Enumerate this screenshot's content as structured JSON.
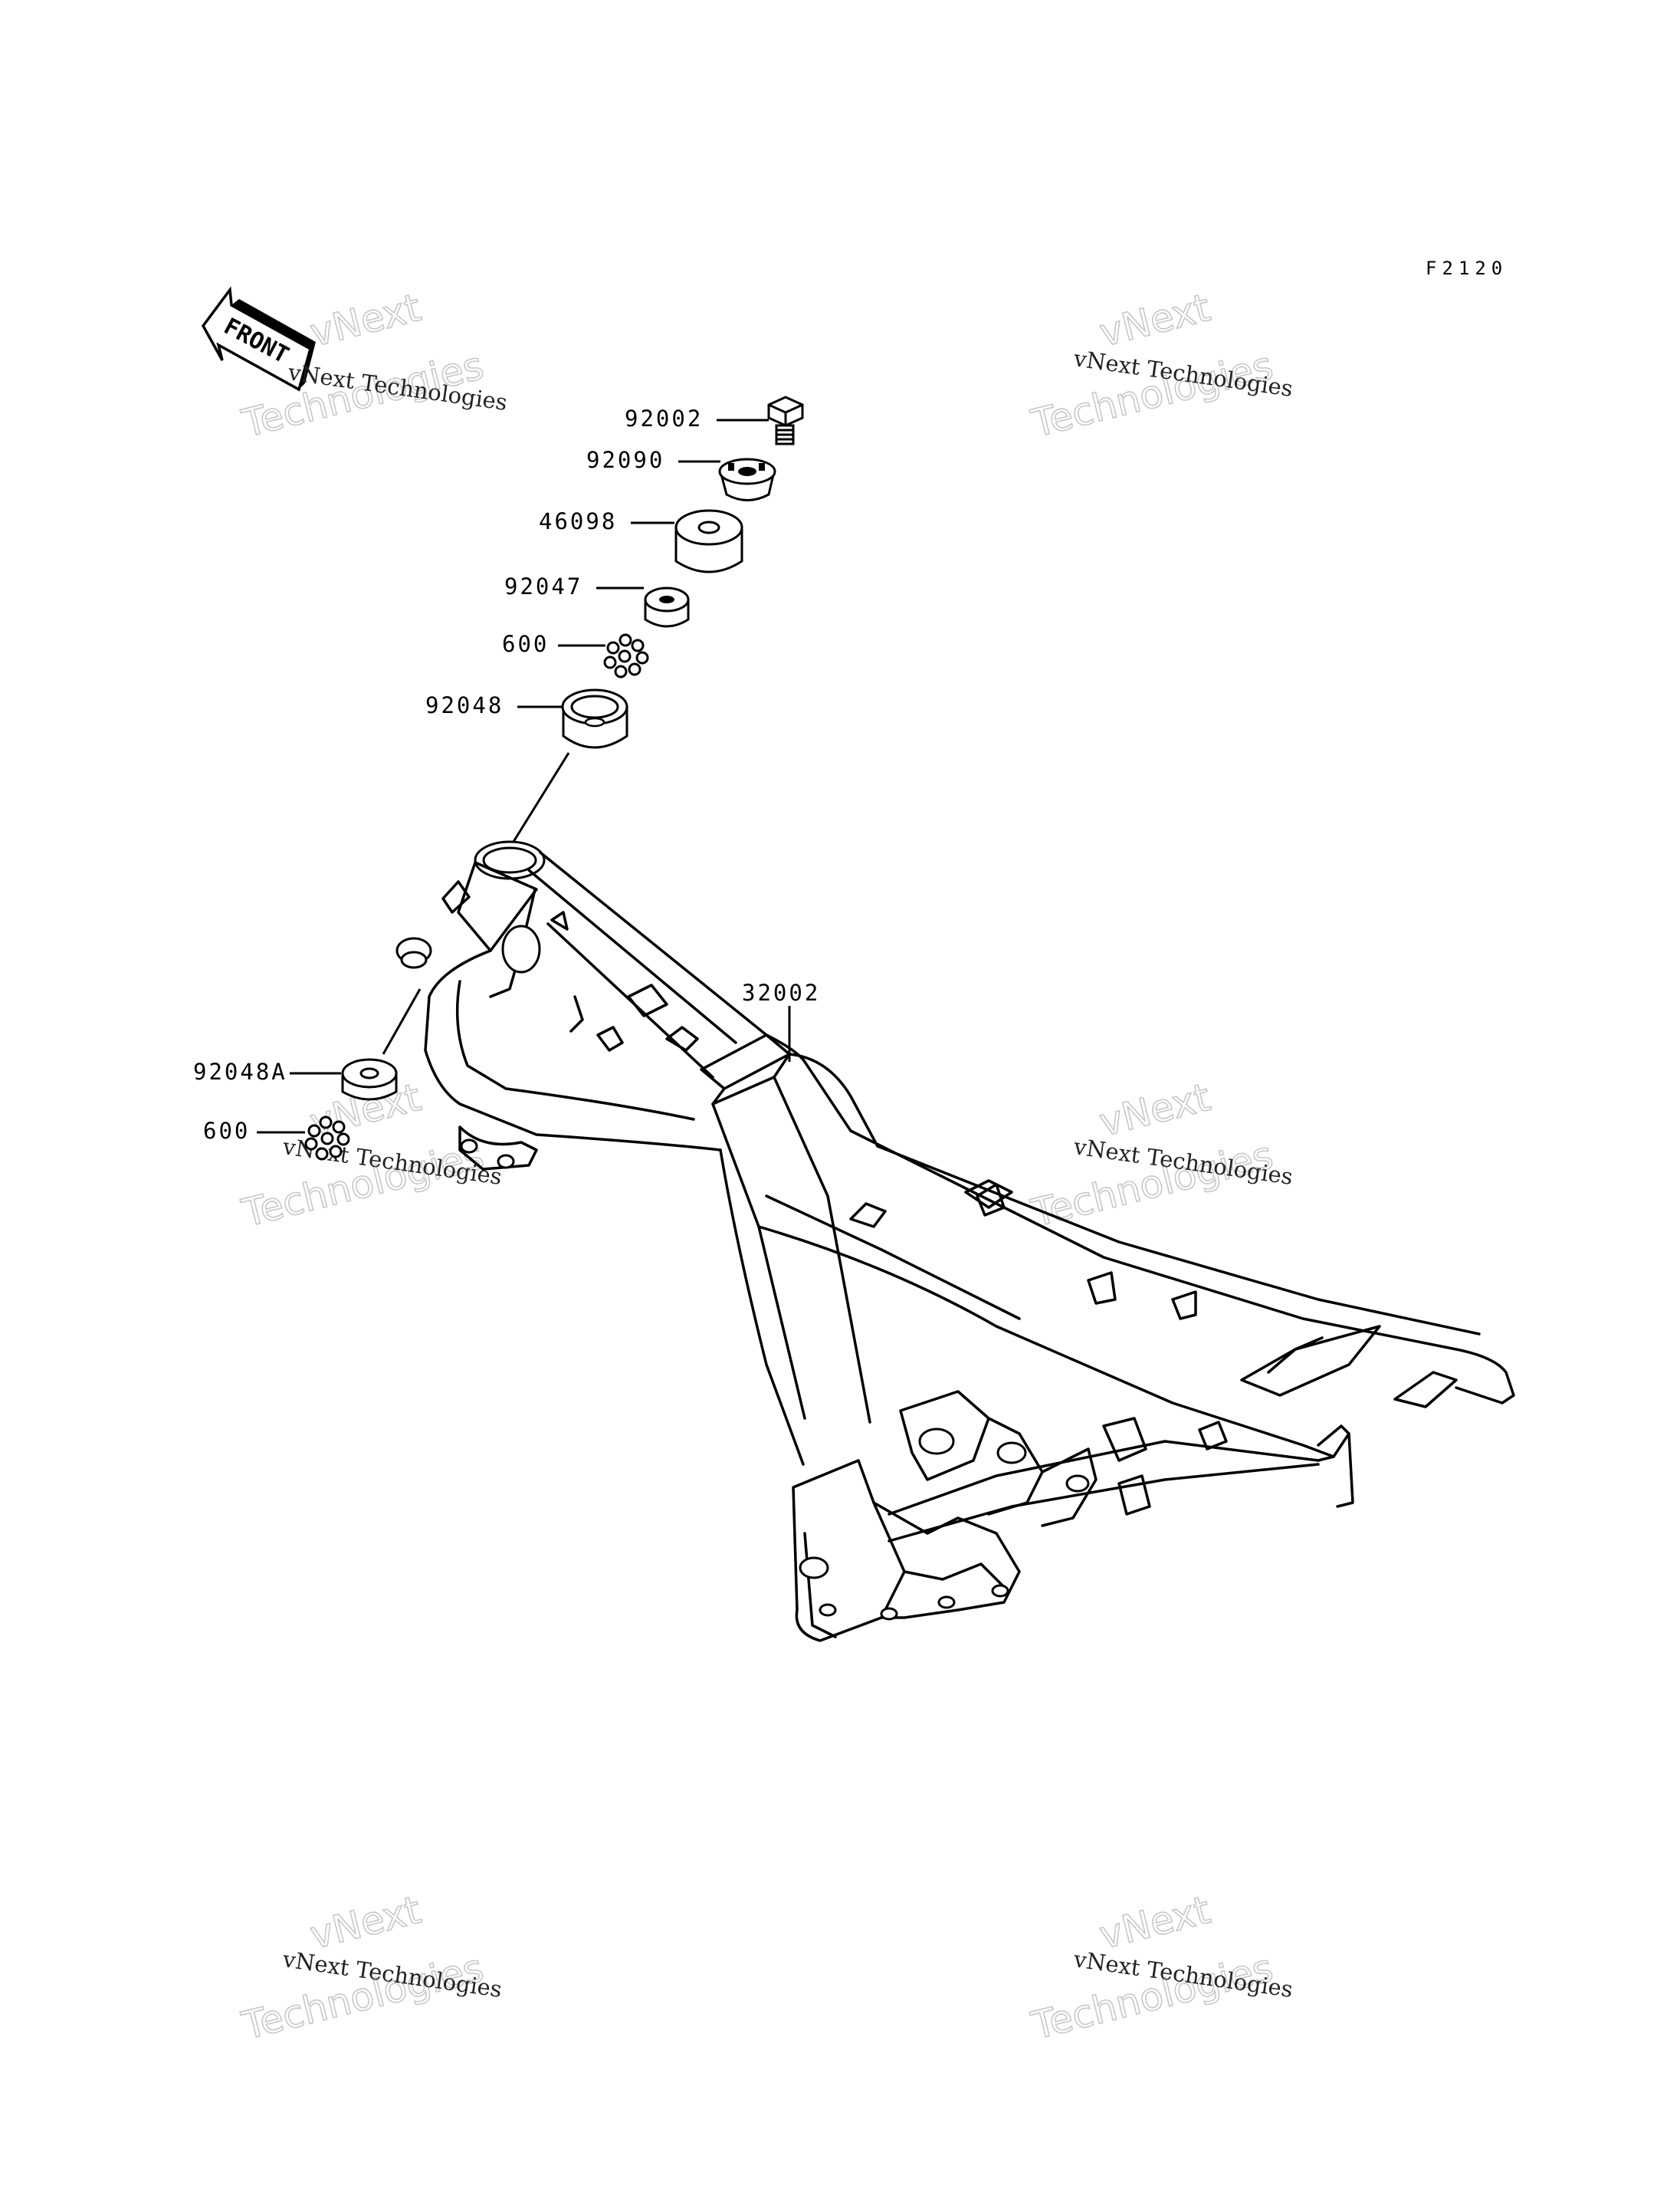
{
  "figure_code": "F2120",
  "front_label": "FRONT",
  "watermark": {
    "line1": "vNext Technologies",
    "line2": "vNext",
    "line3": "Technologies"
  },
  "callouts": [
    {
      "id": "c1",
      "code": "92002"
    },
    {
      "id": "c2",
      "code": "92090"
    },
    {
      "id": "c3",
      "code": "46098"
    },
    {
      "id": "c4",
      "code": "92047"
    },
    {
      "id": "c5",
      "code": "600"
    },
    {
      "id": "c6",
      "code": "92048"
    },
    {
      "id": "c7",
      "code": "32002"
    },
    {
      "id": "c8",
      "code": "92048A"
    },
    {
      "id": "c9",
      "code": "600"
    }
  ]
}
